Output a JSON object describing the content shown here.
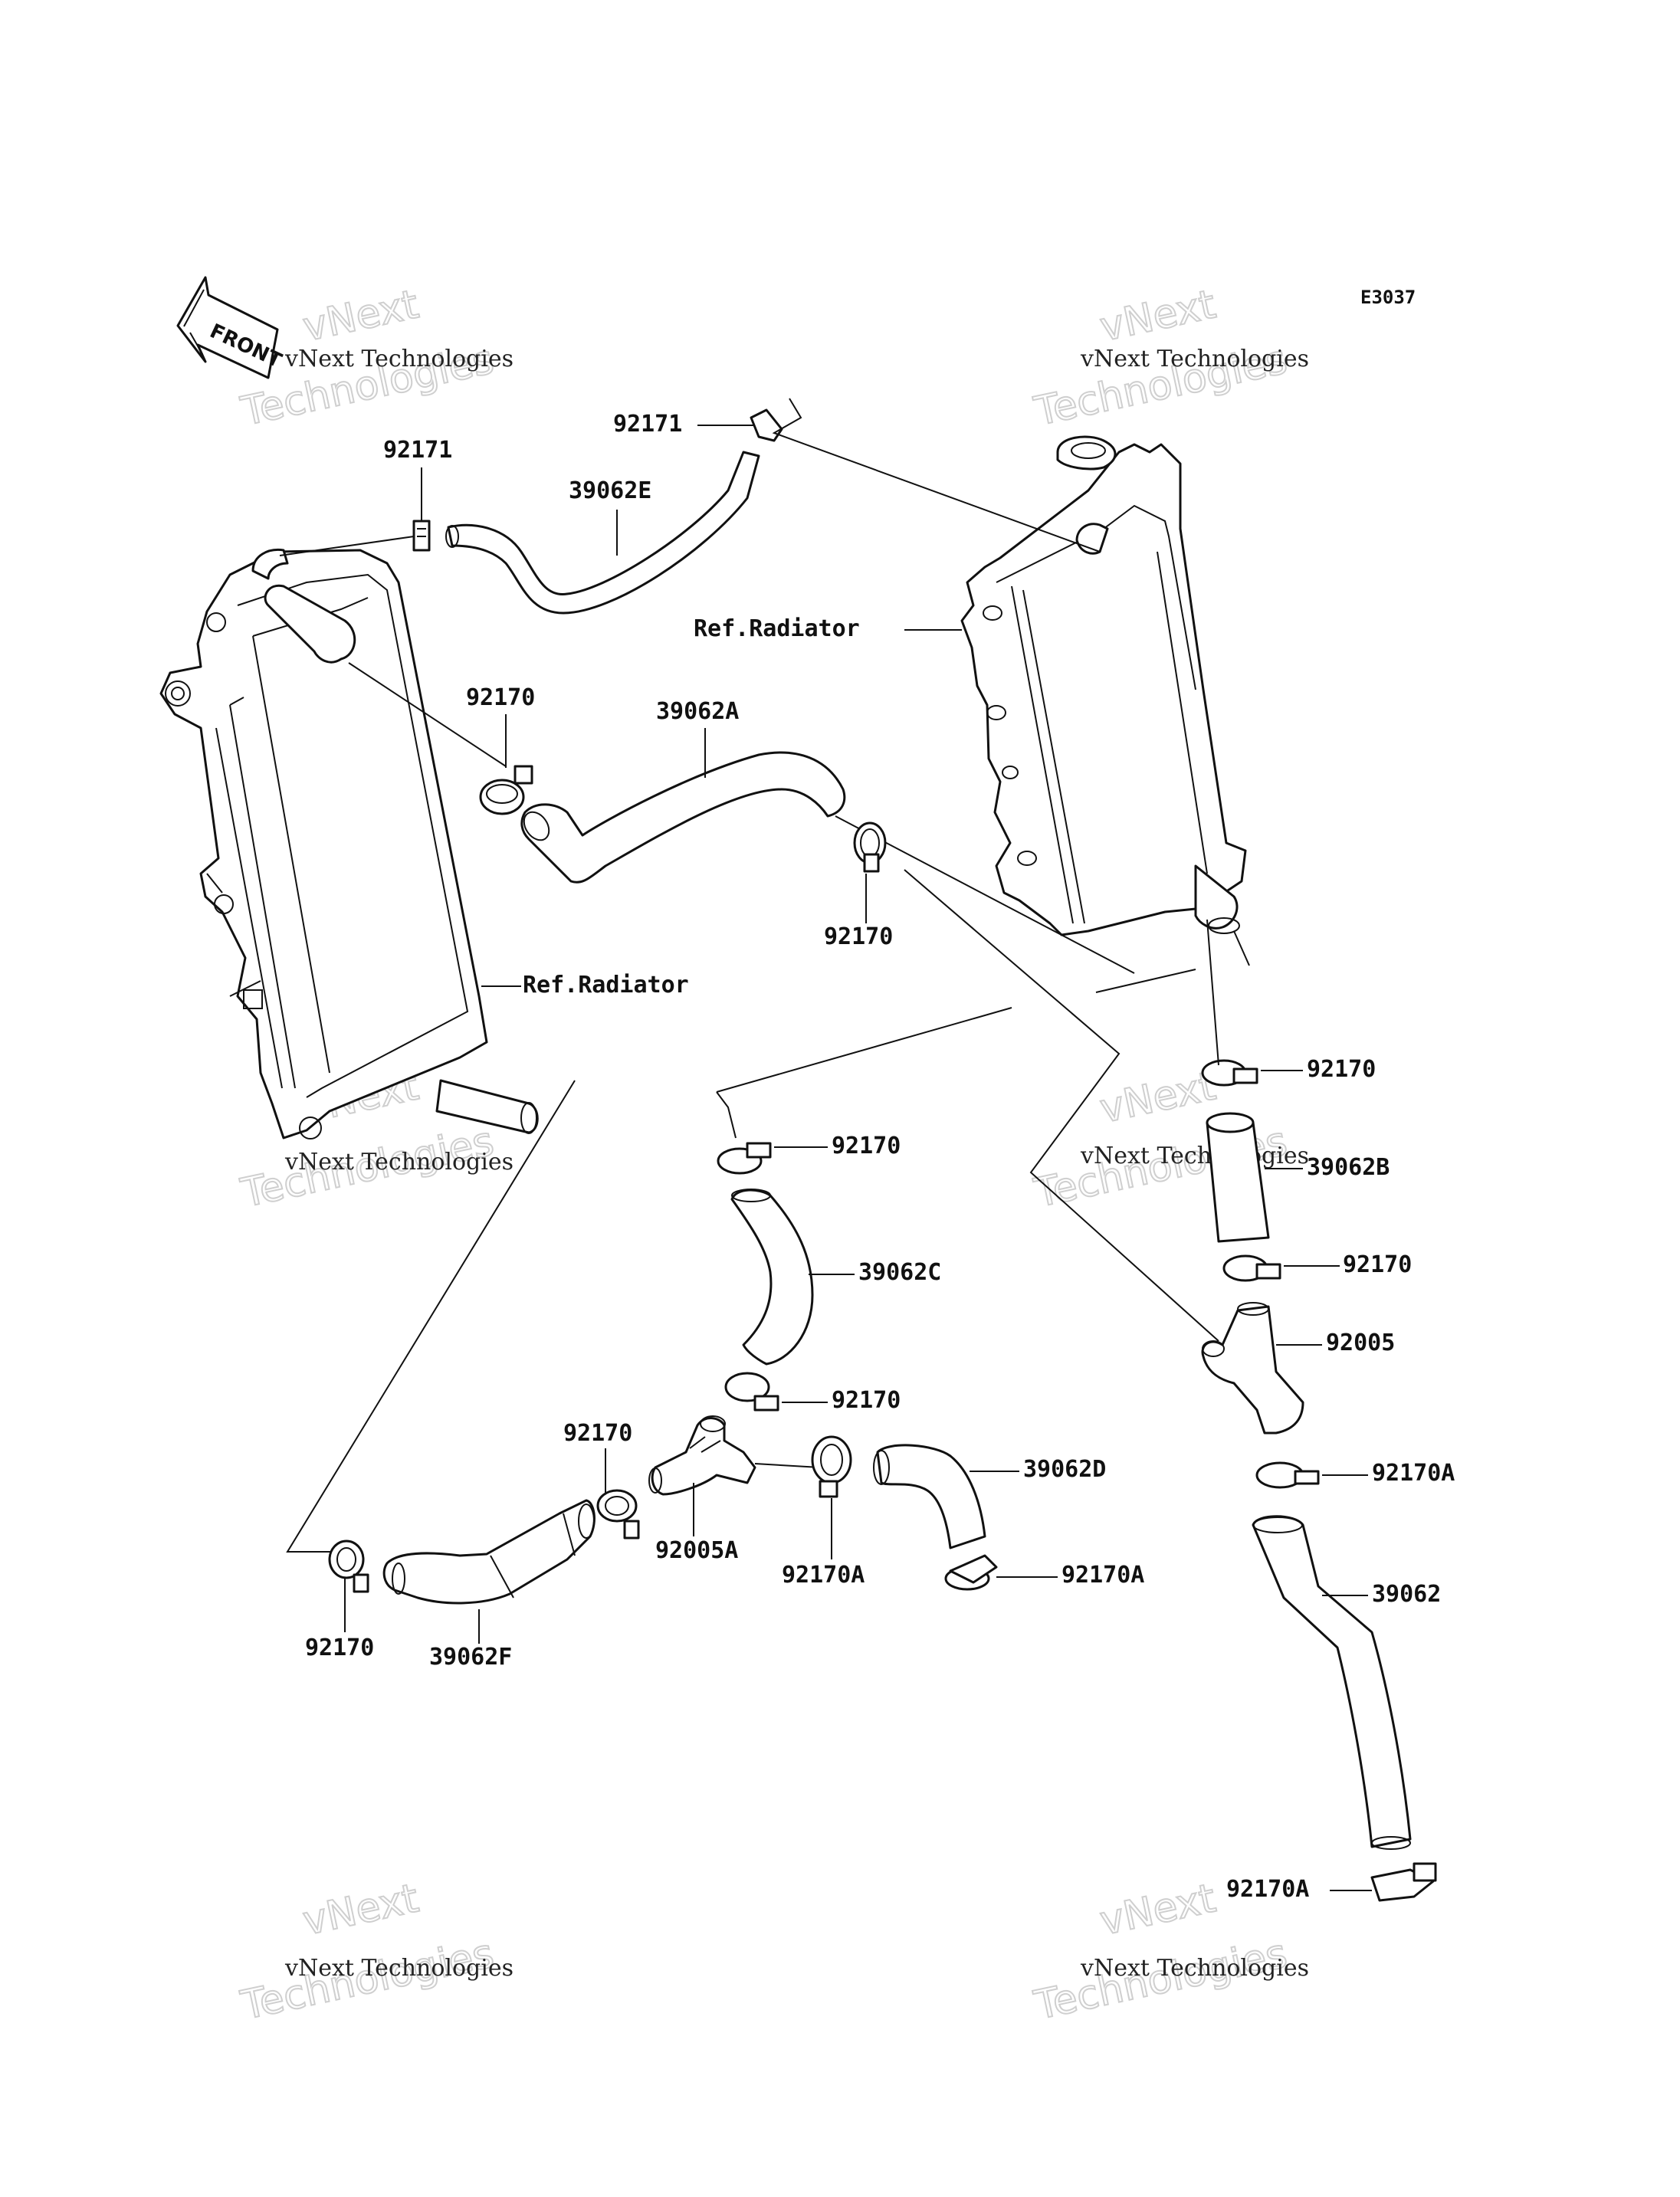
{
  "diagram": {
    "code": "E3037",
    "front_label": "FRONT",
    "watermark_line1": "vNext Technologies",
    "watermark_line2_a": "vNext",
    "watermark_line2_b": "Technologies"
  },
  "labels": {
    "p92171_top": "92171",
    "p92171_left": "92171",
    "p39062E": "39062E",
    "ref_radiator_right": "Ref.Radiator",
    "p92170_left_top": "92170",
    "p39062A": "39062A",
    "p92170_mid": "92170",
    "ref_radiator_left": "Ref.Radiator",
    "p92170_r1": "92170",
    "p92170_c1": "92170",
    "p39062B": "39062B",
    "p39062C": "39062C",
    "p92170_r2": "92170",
    "p92005": "92005",
    "p92170_c2": "92170",
    "p92170_l2": "92170",
    "p92170A_r": "92170A",
    "p39062D": "39062D",
    "p92005A": "92005A",
    "p92170A_c": "92170A",
    "p92170A_d": "92170A",
    "p39062": "39062",
    "p92170_bl": "92170",
    "p39062F": "39062F",
    "p92170A_bottom": "92170A"
  }
}
